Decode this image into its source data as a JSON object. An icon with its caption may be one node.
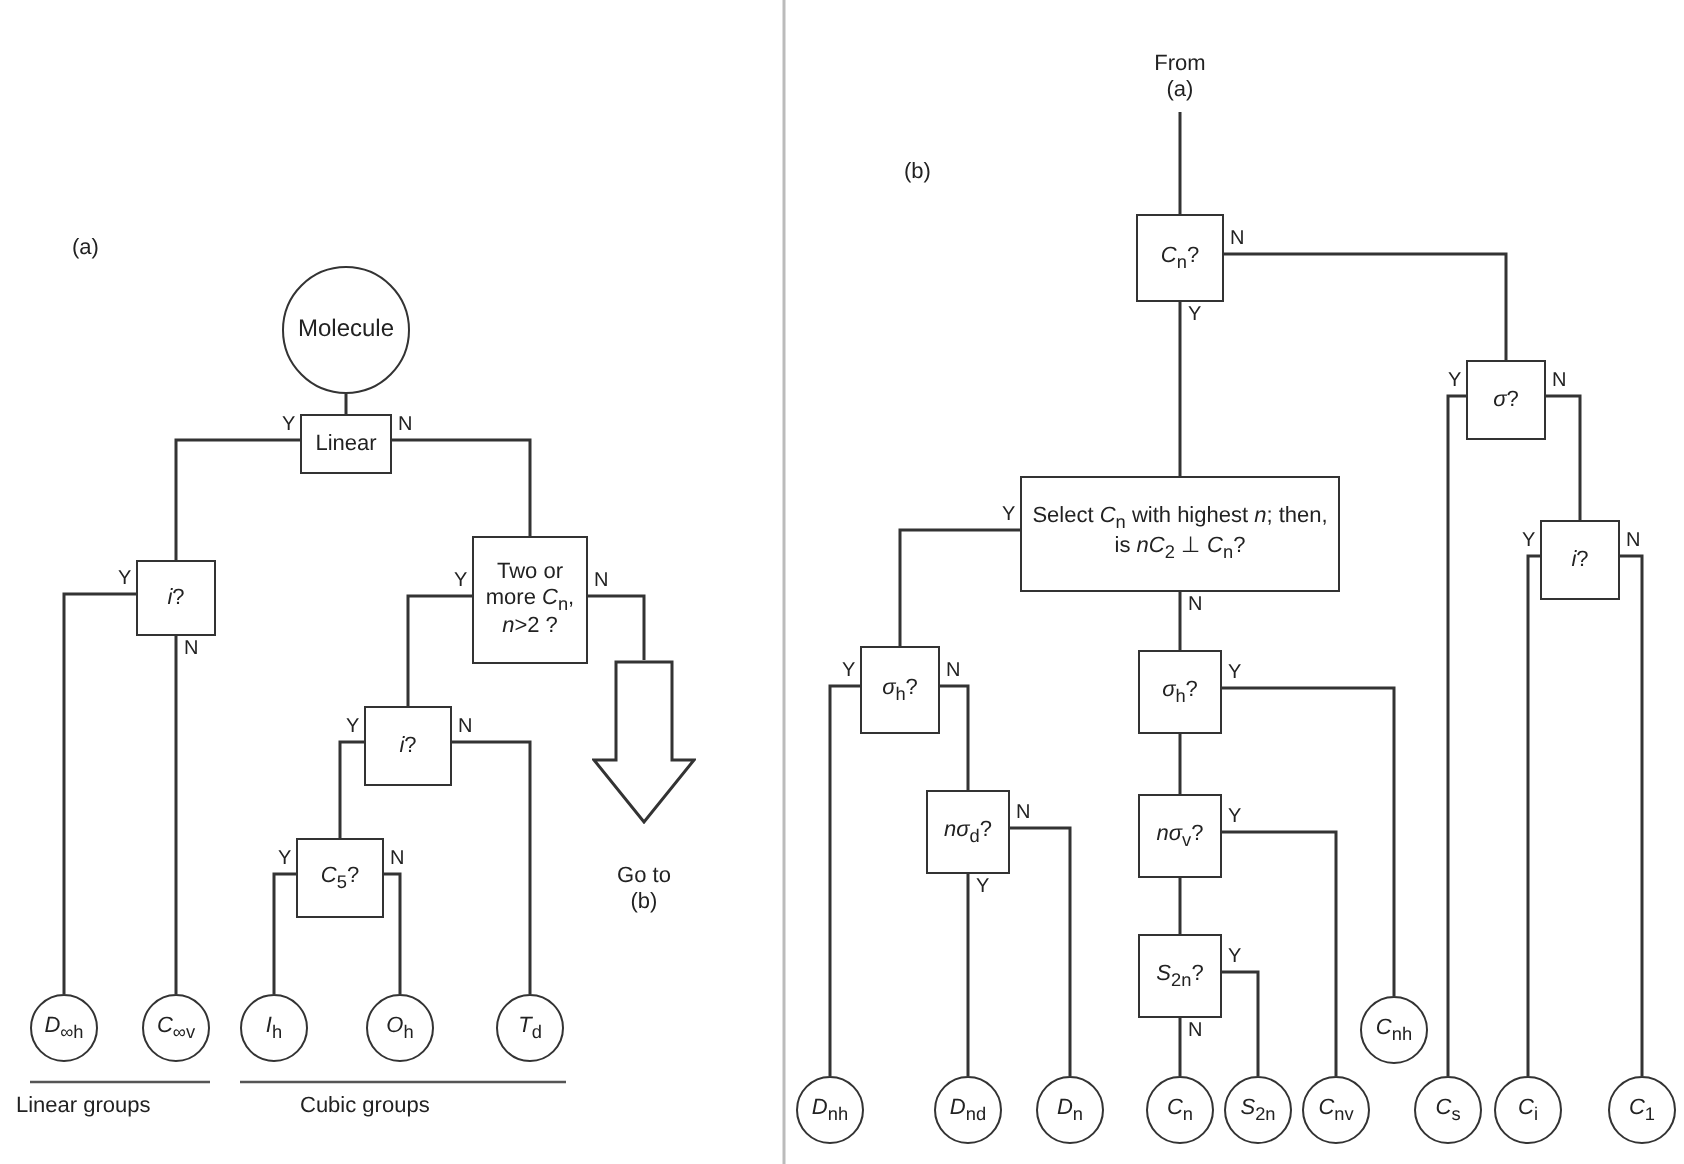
{
  "diagram": {
    "nodes": [
      {
        "text": [
          "Molecule"
        ]
      },
      {
        "text": [
          "Linear"
        ]
      },
      {
        "text": [
          "*i*?"
        ]
      },
      {
        "text": [
          "Two or more *C*$_{n}$, *n*>2 ?"
        ]
      },
      {
        "text": [
          "*i*?"
        ]
      },
      {
        "text": [
          "*C*$_{5}$?"
        ]
      },
      {
        "text": [
          "Go to (b)"
        ]
      },
      {
        "text": [
          "*D*$_{∞h}$"
        ]
      },
      {
        "text": [
          "*C*$_{∞v}$"
        ]
      },
      {
        "text": [
          "*I*$_{h}$"
        ]
      },
      {
        "text": [
          "*O*$_{h}$"
        ]
      },
      {
        "text": [
          "*T*$_{d}$"
        ]
      },
      {
        "text": [
          "From (a)"
        ]
      },
      {
        "text": [
          "*C*$_{n}$?"
        ]
      },
      {
        "text": [
          "*σ*?"
        ]
      },
      {
        "text": [
          "Select *C*$_{n}$ with highest *n*; then, is *nC*$_{2}$ ⊥ *C*$_{n}$?"
        ]
      },
      {
        "text": [
          "*i*?"
        ]
      },
      {
        "text": [
          "*σ*$_{h}$?"
        ]
      },
      {
        "text": [
          "*nσ*$_{d}$?"
        ]
      },
      {
        "text": [
          "*σ*$_{h}$?"
        ]
      },
      {
        "text": [
          "*nσ*$_{v}$?"
        ]
      },
      {
        "text": [
          "*S*$_{2n}$?"
        ]
      },
      {
        "text": [
          "*C*$_{nh}$"
        ]
      },
      {
        "text": [
          "*D*$_{nh}$"
        ]
      },
      {
        "text": [
          "*D*$_{nd}$"
        ]
      },
      {
        "text": [
          "*D*$_{n}$"
        ]
      },
      {
        "text": [
          "*C*$_{n}$"
        ]
      },
      {
        "text": [
          "*S*$_{2n}$"
        ]
      },
      {
        "text": [
          "*C*$_{nv}$"
        ]
      },
      {
        "text": [
          "*C*$_{s}$"
        ]
      },
      {
        "text": [
          "*C*$_{i}$"
        ]
      },
      {
        "text": [
          "*C*$_{1}$"
        ]
      }
    ],
    "edges": [
      {
        "from": 0,
        "to": 1,
        "arrow": "none"
      },
      {
        "from": 1,
        "to": 2,
        "label": "Y",
        "arrow": "none"
      },
      {
        "from": 1,
        "to": 3,
        "label": "N",
        "arrow": "none"
      },
      {
        "from": 2,
        "to": 7,
        "label": "Y",
        "arrow": "none"
      },
      {
        "from": 2,
        "to": 8,
        "label": "N",
        "arrow": "none"
      },
      {
        "from": 3,
        "to": 4,
        "label": "Y",
        "arrow": "none"
      },
      {
        "from": 3,
        "to": 6,
        "label": "N",
        "arrow": "none"
      },
      {
        "from": 4,
        "to": 5,
        "label": "Y",
        "arrow": "none"
      },
      {
        "from": 4,
        "to": 11,
        "label": "N",
        "arrow": "none"
      },
      {
        "from": 5,
        "to": 9,
        "label": "Y",
        "arrow": "none"
      },
      {
        "from": 5,
        "to": 10,
        "label": "N",
        "arrow": "none"
      },
      {
        "from": 12,
        "to": 13,
        "arrow": "none"
      },
      {
        "from": 13,
        "to": 15,
        "label": "Y",
        "arrow": "none"
      },
      {
        "from": 13,
        "to": 14,
        "label": "N",
        "arrow": "none"
      },
      {
        "from": 14,
        "to": 29,
        "label": "Y",
        "arrow": "none"
      },
      {
        "from": 14,
        "to": 16,
        "label": "N",
        "arrow": "none"
      },
      {
        "from": 16,
        "to": 30,
        "label": "Y",
        "arrow": "none"
      },
      {
        "from": 16,
        "to": 31,
        "label": "N",
        "arrow": "none"
      },
      {
        "from": 15,
        "to": 17,
        "label": "Y",
        "arrow": "none"
      },
      {
        "from": 15,
        "to": 19,
        "label": "N",
        "arrow": "none"
      },
      {
        "from": 17,
        "to": 23,
        "label": "Y",
        "arrow": "none"
      },
      {
        "from": 17,
        "to": 18,
        "label": "N",
        "arrow": "none"
      },
      {
        "from": 18,
        "to": 24,
        "label": "Y",
        "arrow": "none"
      },
      {
        "from": 18,
        "to": 25,
        "label": "N",
        "arrow": "none"
      },
      {
        "from": 19,
        "to": 22,
        "label": "Y",
        "arrow": "none"
      },
      {
        "from": 19,
        "to": 20,
        "arrow": "none"
      },
      {
        "from": 20,
        "to": 28,
        "label": "Y",
        "arrow": "none"
      },
      {
        "from": 20,
        "to": 21,
        "arrow": "none"
      },
      {
        "from": 21,
        "to": 27,
        "label": "Y",
        "arrow": "none"
      },
      {
        "from": 21,
        "to": 26,
        "label": "N",
        "arrow": "none"
      }
    ],
    "labels": [
      "(a)",
      "Linear groups",
      "Cubic groups",
      "(b)"
    ]
  }
}
